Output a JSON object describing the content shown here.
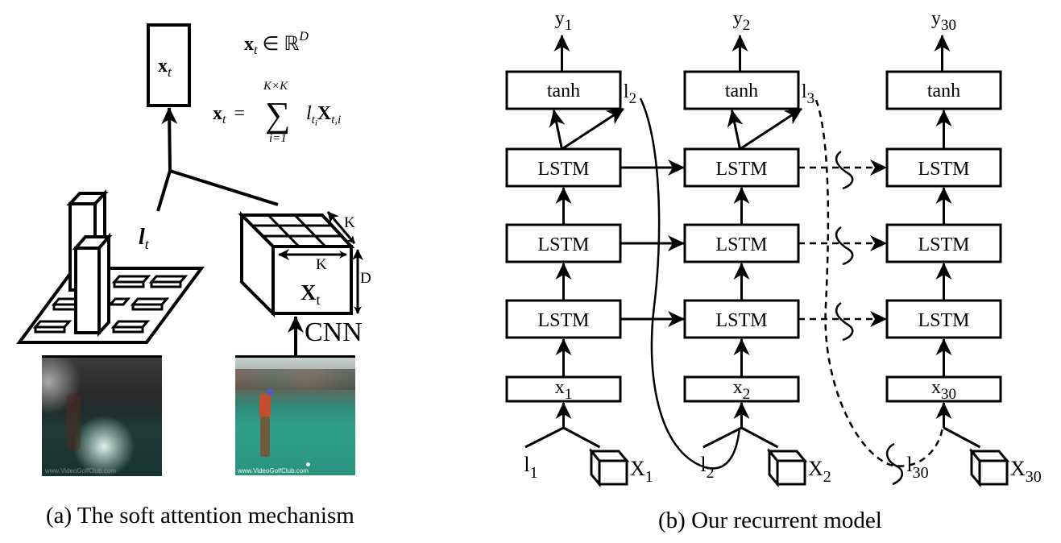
{
  "panel_a": {
    "caption": "(a) The soft attention mechanism",
    "feature_box_label": "x",
    "feature_box_sub": "t",
    "eq1": {
      "lhs": "x",
      "lhs_sub": "t",
      "rel": "∈",
      "space": "ℝ",
      "space_sup": "D"
    },
    "eq2": {
      "lhs": "x",
      "lhs_sub": "t",
      "rel": "=",
      "sum_upper": "K×K",
      "sum_lower": "i=1",
      "sum_symbol": "∑",
      "term_l": "l",
      "term_l_sub": "t",
      "term_l_subsub": "i",
      "term_X": "X",
      "term_X_sub": "t,i"
    },
    "attention_map_label": "l",
    "attention_map_sub": "t",
    "cube_label": "X",
    "cube_sub": "t",
    "cube_dim_width": "K",
    "cube_dim_depth": "K",
    "cube_dim_height": "D",
    "cnn_label": "CNN",
    "photo_watermark": "www.VideoGolfClub.com",
    "colors": {
      "photo_green": "#2f9e8a",
      "photo_dark": "#1d3a36",
      "photo_sky": "#cfd6d3"
    }
  },
  "panel_b": {
    "caption": "(b) Our recurrent model",
    "columns": [
      {
        "output": "y",
        "output_sub": "1",
        "tanh": "tanh",
        "lstm": [
          "LSTM",
          "LSTM",
          "LSTM"
        ],
        "input": "x",
        "input_sub": "1",
        "loc_in": "l",
        "loc_in_sub": "1",
        "frame": "X",
        "frame_sub": "1",
        "loc_out": "l",
        "loc_out_sub": "2"
      },
      {
        "output": "y",
        "output_sub": "2",
        "tanh": "tanh",
        "lstm": [
          "LSTM",
          "LSTM",
          "LSTM"
        ],
        "input": "x",
        "input_sub": "2",
        "loc_in": "l",
        "loc_in_sub": "2",
        "frame": "X",
        "frame_sub": "2",
        "loc_out": "l",
        "loc_out_sub": "3"
      },
      {
        "output": "y",
        "output_sub": "30",
        "tanh": "tanh",
        "lstm": [
          "LSTM",
          "LSTM",
          "LSTM"
        ],
        "input": "x",
        "input_sub": "30",
        "loc_in": "l",
        "loc_in_sub": "30",
        "frame": "X",
        "frame_sub": "30"
      }
    ]
  }
}
